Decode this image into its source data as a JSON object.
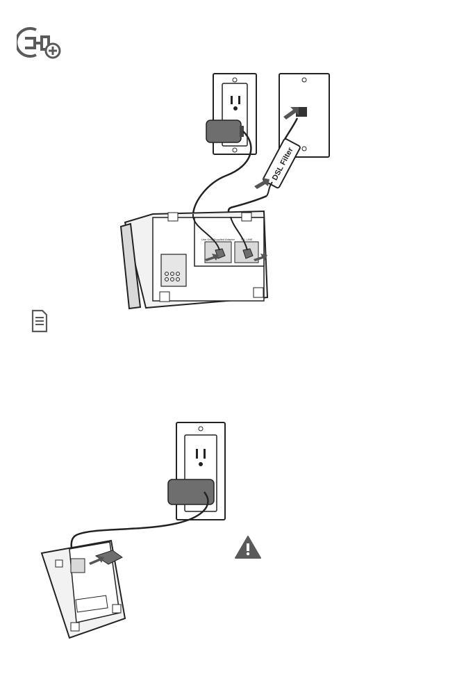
{
  "icons": {
    "plug_add": "plug-add-icon",
    "note": "note-icon",
    "warning": "warning-icon"
  },
  "figure_top": {
    "dsl_filter_label": "DSL Filter",
    "jack_label_left": "Use Only Supplied Adapter",
    "jack_label_right": "TEL LINE"
  },
  "colors": {
    "line": "#222222",
    "fill_light": "#f2f2f2",
    "fill_mid": "#d9d9d9",
    "fill_dark": "#6e6e6e",
    "icon_gray": "#5a5a5a"
  }
}
